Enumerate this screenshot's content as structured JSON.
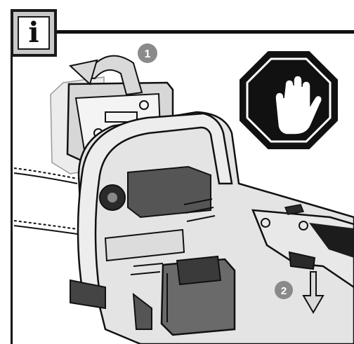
{
  "info_icon": {
    "symbol": "i"
  },
  "callouts": {
    "step_1": "1",
    "step_2": "2"
  },
  "icons": {
    "info": "info-icon",
    "stop": "stop-hand-sign-icon",
    "rotate_arrow": "curved-arrow-icon",
    "push_arrow": "down-arrow-icon"
  },
  "colors": {
    "ink": "#111111",
    "callout": "#8a8a8a",
    "panel": "#d7d7d7",
    "body_gray": "#e4e4e4"
  }
}
